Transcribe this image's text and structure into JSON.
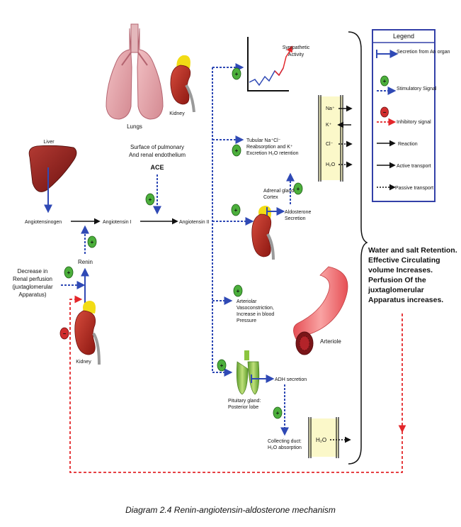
{
  "legend": {
    "title": "Legend",
    "items": [
      {
        "label": "Secretion from An organ"
      },
      {
        "label": "Stimulatory Signal",
        "symbol": "+"
      },
      {
        "label": "Inhibitory signal",
        "symbol": "−"
      },
      {
        "label": "Reaction"
      },
      {
        "label": "Active transport"
      },
      {
        "label": "Passive transport"
      }
    ]
  },
  "organs": {
    "liver": "Liver",
    "lungs": "Lungs",
    "kidney_top": "Kidney",
    "kidney_bottom": "Kidney",
    "arteriole": "Arteriole"
  },
  "labels": {
    "surface_1": "Surface of pulmonary",
    "surface_2": "And renal endothelium",
    "ace": "ACE",
    "angiotensinogen": "Angiotensinogen",
    "angiotensin1": "Angiotensin I",
    "angiotensin2": "Angiotensin II",
    "renin": "Renin",
    "decrease_1": "Decrease in",
    "decrease_2": "Renal perfusion",
    "decrease_3": "(juxtaglomerular",
    "decrease_4": "Apparatus)",
    "sympathetic_1": "Sympathetic",
    "sympathetic_2": "Activity",
    "tubular_1": "Tubular Na⁺Cl⁻",
    "tubular_2": "Reabsorption and K⁺",
    "tubular_3": "Excretion H₂O retention",
    "adrenal_1": "Adrenal gland:",
    "adrenal_2": "Cortex",
    "aldosterone_1": "Aldosterone",
    "aldosterone_2": "Secretion",
    "arteriolar_1": "Arteriolar",
    "arteriolar_2": "Vasoconstriction,",
    "arteriolar_3": "Increase in blood",
    "arteriolar_4": "Pressure",
    "adh": "ADH secretion",
    "pituitary_1": "Pituitary gland:",
    "pituitary_2": "Posterior lobe",
    "collecting_1": "Collecting duct:",
    "collecting_2": "H₂O absorption",
    "h2o_duct": "H₂O",
    "ions": [
      "Na⁺",
      "K⁺",
      "Cl⁻",
      "H₂O"
    ],
    "plus": "+",
    "minus": "−"
  },
  "result_text": "Water and salt Retention. Effective Circulating volume Increases. Perfusion Of the juxtaglomerular Apparatus increases.",
  "caption": "Diagram 2.4 Renin-angiotensin-aldosterone mechanism",
  "colors": {
    "secretion": "#2f49b5",
    "stimulatory": "#2f49b5",
    "inhibitory": "#e3262a",
    "reaction": "#111111",
    "plus_fill": "#4caf3c",
    "minus_fill": "#d12d2d",
    "liver": "#8c1d1a",
    "kidney": "#b5281e",
    "adrenal": "#f2dc15",
    "lung": "#e8a9ae",
    "arteriole": "#ef6a6c",
    "pituitary": "#8bc43f",
    "duct": "#fbf8c9",
    "legend_border": "#3340a8"
  }
}
